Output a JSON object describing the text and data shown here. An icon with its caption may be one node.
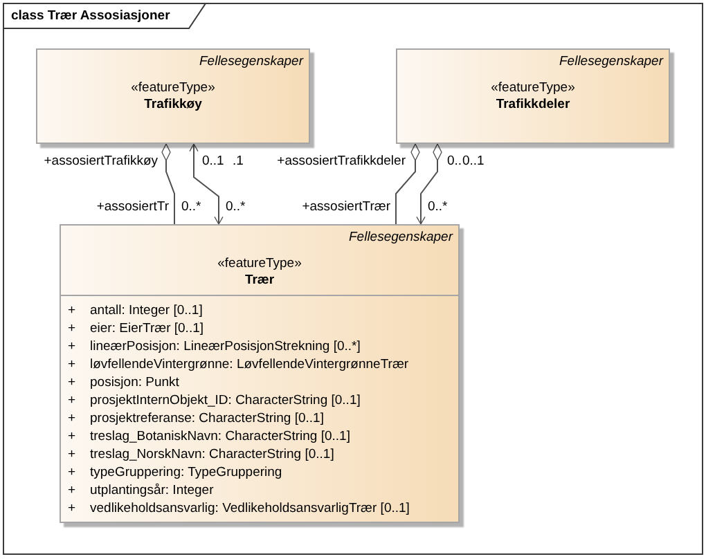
{
  "diagram": {
    "nodes": [
      {
        "text": [
          "class Trær Assosiasjoner"
        ]
      },
      {
        "text": [
          "Fellesegenskaper",
          "«featureType»",
          "Trafikkøy"
        ],
        "in": 0
      },
      {
        "text": [
          "Fellesegenskaper",
          "«featureType»",
          "Trafikkdeler"
        ],
        "in": 0
      },
      {
        "text": [
          "Fellesegenskaper",
          "«featureType»",
          "Trær",
          "+",
          "antall: Integer [0..1]",
          "+",
          "eier: EierTrær [0..1]",
          "+",
          "lineærPosisjon: LineærPosisjonStrekning [0..*]",
          "+",
          "løvfellendeVintergrønne: LøvfellendeVintergrønneTrær",
          "+",
          "posisjon: Punkt",
          "+",
          "prosjektInternObjekt_ID: CharacterString [0..1]",
          "+",
          "prosjektreferanse: CharacterString [0..1]",
          "+",
          "treslag_BotaniskNavn: CharacterString [0..1]",
          "+",
          "treslag_NorskNavn: CharacterString [0..1]",
          "+",
          "typeGruppering: TypeGruppering",
          "+",
          "utplantingsår: Integer",
          "+",
          "vedlikeholdsansvarlig: VedlikeholdsansvarligTrær [0..1]"
        ],
        "in": 0
      }
    ],
    "edges": [
      {
        "from": 1,
        "to": 3,
        "arrow": "other"
      },
      {
        "from": 1,
        "to": 3,
        "arrow": "both"
      },
      {
        "from": 2,
        "to": 3,
        "arrow": "other"
      },
      {
        "from": 2,
        "to": 3,
        "arrow": "to"
      }
    ],
    "labels": [
      "+assosiertTrafikkøy",
      "0..1",
      ".1",
      "+assosiertTrafikkdeler",
      "0..",
      "0..1",
      "+assosiertTr",
      "0..*",
      "0..*",
      "+assosiertTrær",
      "0..*"
    ]
  }
}
